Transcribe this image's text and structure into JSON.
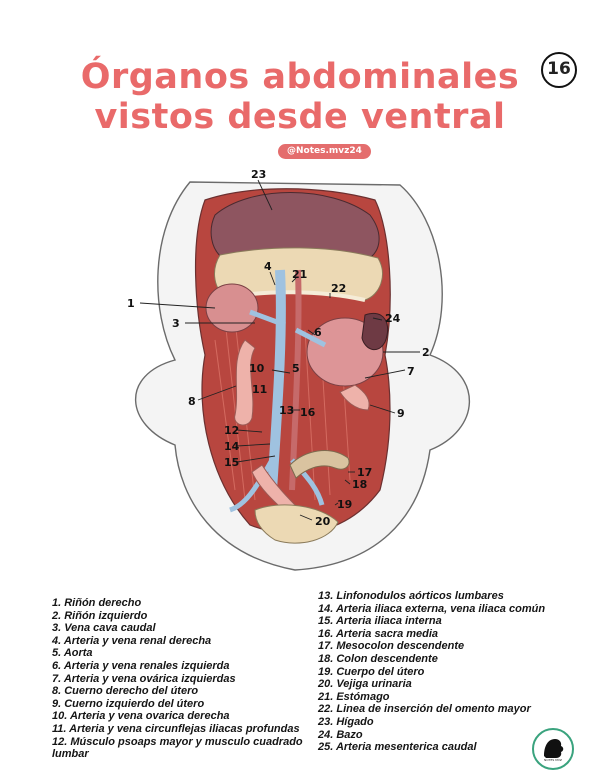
{
  "header": {
    "title_line1": "Órganos abdominales",
    "title_line2": "vistos desde ventral",
    "page_number": "16",
    "handle": "@Notes.mvz24"
  },
  "colors": {
    "title": "#e96a6a",
    "skin": "#f3f3f3",
    "kidney": "#e2989a",
    "stomach": "#97606a",
    "omentum": "#ecd9b4",
    "muscle": "#c9554d",
    "vessel_blue": "#9fc2e0",
    "uterus": "#eeb2aa",
    "spleen": "#6e3a44"
  },
  "labels": [
    "1",
    "2",
    "3",
    "4",
    "5",
    "6",
    "7",
    "8",
    "9",
    "10",
    "11",
    "12",
    "13",
    "14",
    "15",
    "16",
    "17",
    "18",
    "19",
    "20",
    "21",
    "22",
    "23",
    "24"
  ],
  "legend_left": [
    "1. Riñón derecho",
    "2. Riñón izquierdo",
    "3. Vena cava caudal",
    "4. Arteria y vena renal derecha",
    "5. Aorta",
    "6. Arteria y vena renales izquierda",
    "7. Arteria y vena ovárica izquierdas",
    "8. Cuerno derecho del útero",
    "9. Cuerno izquierdo del útero",
    "10. Arteria y vena ovarica derecha",
    "11. Arteria y vena circunflejas iliacas profundas",
    "12. Músculo psoaps mayor y musculo cuadrado lumbar"
  ],
  "legend_right": [
    "13. Linfonodulos aórticos lumbares",
    "14. Arteria iliaca externa, vena iliaca común",
    "15. Arteria iliaca interna",
    "16. Arteria sacra media",
    "17. Mesocolon descendente",
    "18.  Colon descendente",
    "19. Cuerpo del útero",
    "20. Vejiga urinaria",
    "21. Estómago",
    "22. Linea de inserción del omento mayor",
    "23. Hígado",
    "24. Bazo",
    "25. Arteria mesenterica caudal"
  ],
  "logo": {
    "text": "NOTES MVZ"
  }
}
